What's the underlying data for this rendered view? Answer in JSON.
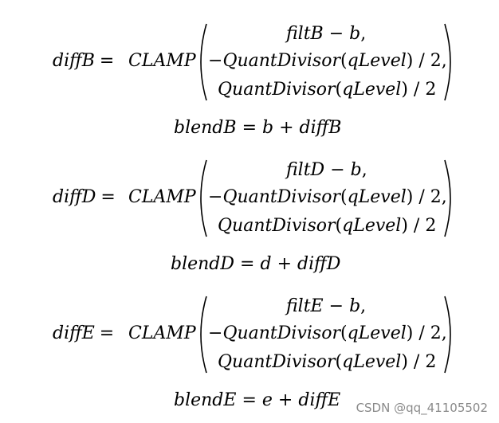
{
  "equations": [
    {
      "lhs": "diffB",
      "eq": "=",
      "func": "CLAMP",
      "row1": {
        "a": "filtB",
        "op": "−",
        "b": "b",
        "end": ","
      },
      "row2": {
        "neg": "−",
        "func": "QuantDivisor",
        "lp": "(",
        "arg": "qLevel",
        "rp": ")",
        "div": "/",
        "num": "2",
        "end": ","
      },
      "row3": {
        "func": "QuantDivisor",
        "lp": "(",
        "arg": "qLevel",
        "rp": ")",
        "div": "/",
        "num": "2"
      },
      "blend": {
        "lhs": "blendB",
        "eq": "=",
        "a": "b",
        "op": "+",
        "b": "diffB"
      }
    },
    {
      "lhs": "diffD",
      "eq": "=",
      "func": "CLAMP",
      "row1": {
        "a": "filtD",
        "op": "−",
        "b": "b",
        "end": ","
      },
      "row2": {
        "neg": "−",
        "func": "QuantDivisor",
        "lp": "(",
        "arg": "qLevel",
        "rp": ")",
        "div": "/",
        "num": "2",
        "end": ","
      },
      "row3": {
        "func": "QuantDivisor",
        "lp": "(",
        "arg": "qLevel",
        "rp": ")",
        "div": "/",
        "num": "2"
      },
      "blend": {
        "lhs": "blendD",
        "eq": "=",
        "a": "d",
        "op": "+",
        "b": "diffD"
      }
    },
    {
      "lhs": "diffE",
      "eq": "=",
      "func": "CLAMP",
      "row1": {
        "a": "filtE",
        "op": "−",
        "b": "b",
        "end": ","
      },
      "row2": {
        "neg": "−",
        "func": "QuantDivisor",
        "lp": "(",
        "arg": "qLevel",
        "rp": ")",
        "div": "/",
        "num": "2",
        "end": ","
      },
      "row3": {
        "func": "QuantDivisor",
        "lp": "(",
        "arg": "qLevel",
        "rp": ")",
        "div": "/",
        "num": "2"
      },
      "blend": {
        "lhs": "blendE",
        "eq": "=",
        "a": "e",
        "op": "+",
        "b": "diffE"
      }
    }
  ],
  "watermark": "CSDN @qq_41105502"
}
